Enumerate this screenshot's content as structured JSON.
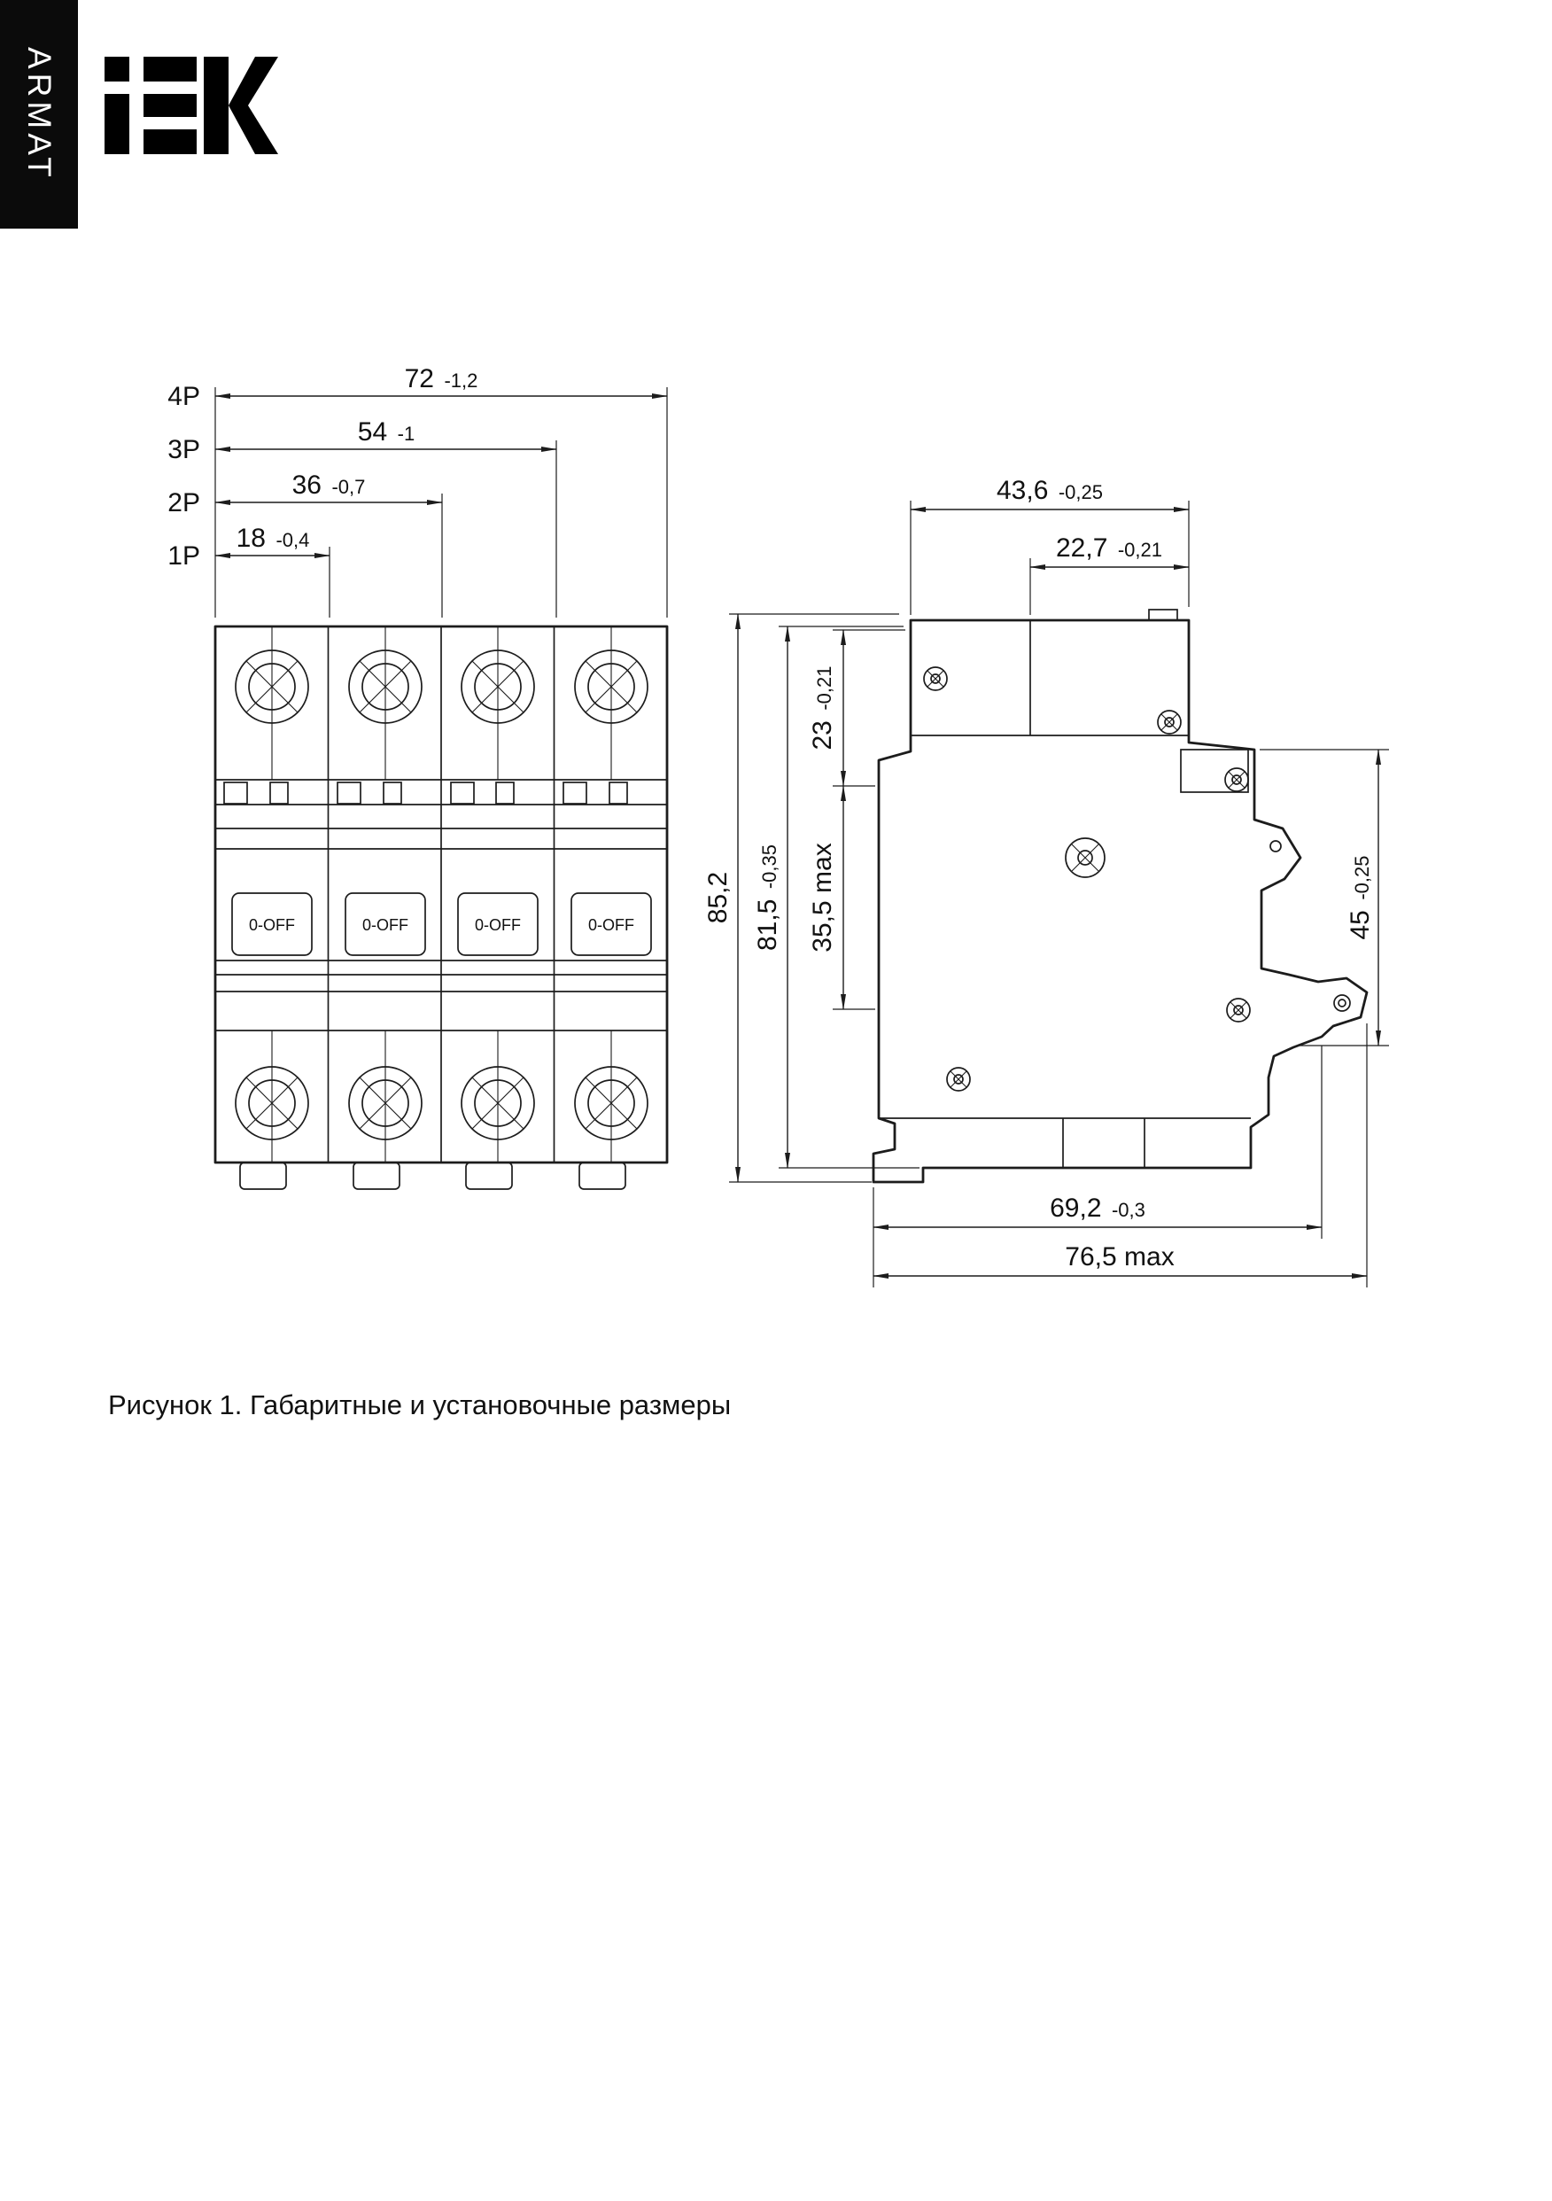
{
  "page": {
    "brand_vertical": "ARMAT",
    "logo_text": "IEK",
    "caption": "Рисунок 1. Габаритные и установочные размеры"
  },
  "front_view": {
    "toggle_label": "0-OFF",
    "pole_rows": [
      {
        "pole": "4P",
        "value": "72",
        "tol": "-1,2"
      },
      {
        "pole": "3P",
        "value": "54",
        "tol": "-1"
      },
      {
        "pole": "2P",
        "value": "36",
        "tol": "-0,7"
      },
      {
        "pole": "1P",
        "value": "18",
        "tol": "-0,4"
      }
    ]
  },
  "side_view": {
    "dim_width_top": {
      "value": "43,6",
      "tol": "-0,25"
    },
    "dim_width_upper": {
      "value": "22,7",
      "tol": "-0,21"
    },
    "dim_height_overall": {
      "value": "85,2",
      "tol": ""
    },
    "dim_height_body": {
      "value": "81,5",
      "tol": "-0,35"
    },
    "dim_top_section": {
      "value": "23",
      "tol": "-0,21"
    },
    "dim_mid_section": {
      "value": "35,5 max",
      "tol": ""
    },
    "dim_front_height": {
      "value": "45",
      "tol": "-0,25"
    },
    "dim_depth": {
      "value": "69,2",
      "tol": "-0,3"
    },
    "dim_depth_max": {
      "value": "76,5 max",
      "tol": ""
    }
  }
}
